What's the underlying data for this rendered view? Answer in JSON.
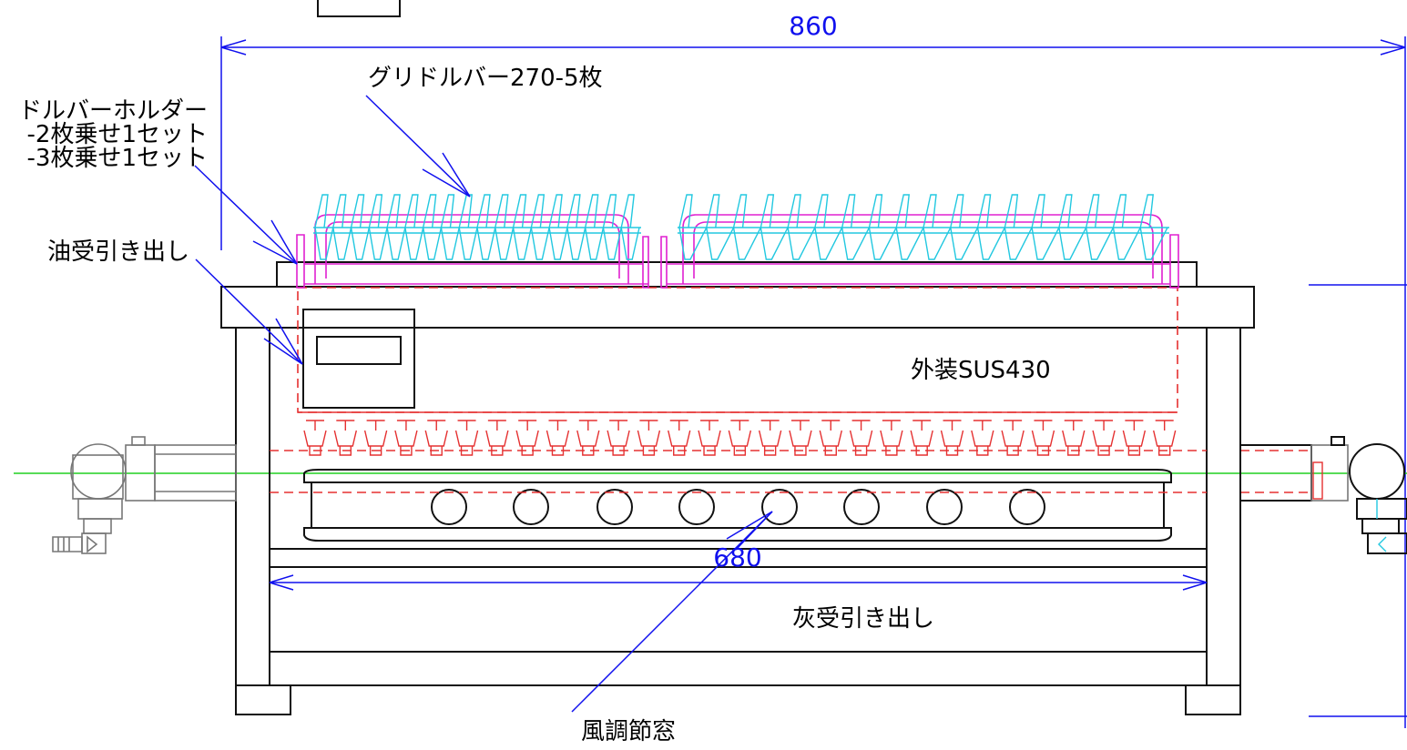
{
  "drawing": {
    "dimensions": {
      "overall_width": "860",
      "inner_width": "680"
    },
    "labels": {
      "griddle_bar": "グリドルバー270-5枚",
      "holder_title": "ドルバーホルダー",
      "holder_line2": "-2枚乗せ1セット",
      "holder_line3": "-3枚乗せ1セット",
      "oil_tray": "油受引き出し",
      "exterior": "外装SUS430",
      "ash_tray": "灰受引き出し",
      "air_window": "風調節窓"
    },
    "colors": {
      "dimension": "#1010ee",
      "hidden_line": "#e53030",
      "holder": "#e020d0",
      "griddle": "#22c8e0",
      "center_line": "#20d020",
      "outline": "#111111"
    }
  }
}
